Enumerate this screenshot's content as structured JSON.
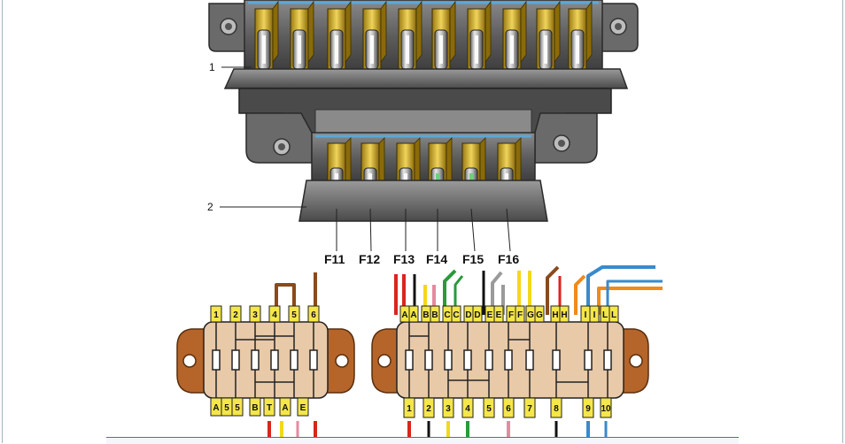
{
  "callouts": {
    "block_main": "1",
    "block_extra": "2"
  },
  "fuse_labels": [
    "F11",
    "F12",
    "F13",
    "F14",
    "F15",
    "F16"
  ],
  "left_block": {
    "top_pins": [
      "1",
      "2",
      "3",
      "4",
      "5",
      "6"
    ],
    "bottom_pins": [
      "A",
      "5",
      "5",
      "B",
      "T",
      "A",
      "E"
    ]
  },
  "right_block": {
    "top_pins": [
      "A",
      "A",
      "B",
      "B",
      "C",
      "C",
      "D",
      "D",
      "E",
      "E",
      "F",
      "F",
      "G",
      "G",
      "H",
      "H",
      "I",
      "I",
      "L",
      "L"
    ],
    "top_pin_display": [
      "A",
      "B",
      "C",
      "D",
      "E",
      "F",
      "G",
      "H",
      "I",
      "L"
    ],
    "bottom_pins": [
      "1",
      "2",
      "3",
      "4",
      "5",
      "6",
      "7",
      "8",
      "9",
      "10"
    ]
  },
  "colors": {
    "housing_dark": "#3a3a3a",
    "housing_mid": "#7a7a7a",
    "fuse_gold": "#d8b83a",
    "block_body": "#e8c9a8",
    "block_mount": "#b5652a",
    "pin_yellow": "#f5e64a",
    "wire_red": "#d8261c",
    "wire_green": "#2a9a3a",
    "wire_orange": "#ef8a1c",
    "wire_blue": "#3a8acb",
    "wire_brown": "#8a4a1c",
    "wire_gray": "#9a9a9a",
    "wire_black": "#111111",
    "wire_yellow": "#f2d81c",
    "wire_pink": "#e58aa0"
  }
}
